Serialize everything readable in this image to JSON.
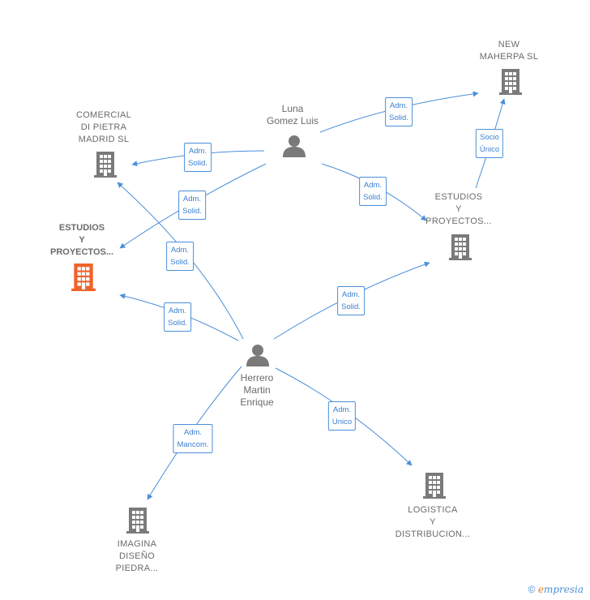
{
  "nodes": {
    "new_maherpa": {
      "label": "NEW\nMAHERPA  SL",
      "type": "company"
    },
    "comercial": {
      "label": "COMERCIAL\nDI PIETRA\nMADRID  SL",
      "type": "company"
    },
    "estudios_main": {
      "label": "ESTUDIOS\nY\nPROYECTOS...",
      "type": "company-highlight"
    },
    "estudios_2": {
      "label": "ESTUDIOS\nY\nPROYECTOS...",
      "type": "company"
    },
    "luna": {
      "label": "Luna\nGomez Luis",
      "type": "person"
    },
    "herrero": {
      "label": "Herrero\nMartin\nEnrique",
      "type": "person"
    },
    "imagina": {
      "label": "IMAGINA\nDISEÑO\nPIEDRA...",
      "type": "company"
    },
    "logistica": {
      "label": "LOGISTICA\nY\nDISTRIBUCION...",
      "type": "company"
    }
  },
  "edges": [
    {
      "label": "Adm.\nSolid."
    },
    {
      "label": "Adm.\nSolid."
    },
    {
      "label": "Adm.\nSolid."
    },
    {
      "label": "Adm.\nSolid."
    },
    {
      "label": "Socio\nÚnico"
    },
    {
      "label": "Adm.\nSolid."
    },
    {
      "label": "Adm.\nSolid."
    },
    {
      "label": "Adm.\nSolid."
    },
    {
      "label": "Adm.\nMancom."
    },
    {
      "label": "Adm.\nUnico"
    }
  ],
  "colors": {
    "edge": "#4a8fd9",
    "company_icon": "#7a7a7a",
    "highlight_icon": "#f0622a",
    "person_icon": "#7a7a7a"
  },
  "footer": {
    "copyright": "©",
    "brand_e": "e",
    "brand_rest": "mpresia"
  }
}
